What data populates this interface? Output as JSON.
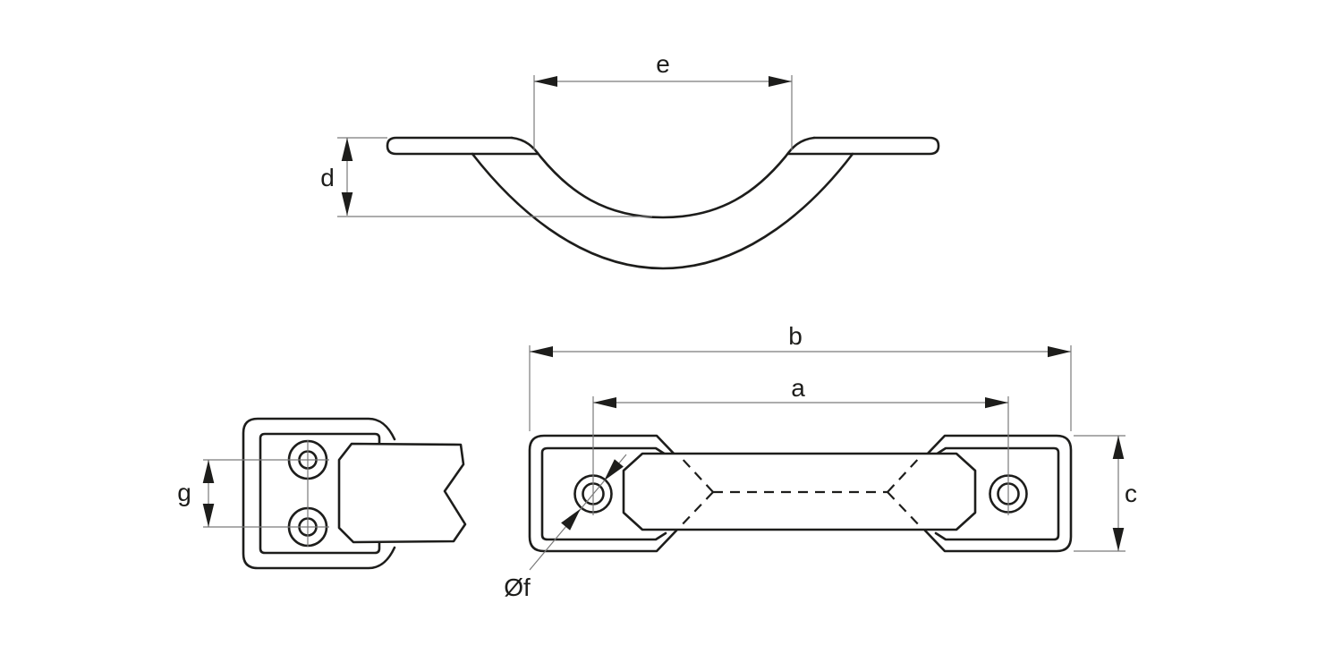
{
  "drawing": {
    "type": "technical-drawing",
    "description_labels_only": true,
    "background": "#ffffff",
    "outline_color": "#1d1d1b",
    "thin_line_color": "#7a7a7a",
    "label_color": "#1d1d1b"
  },
  "labels": {
    "e": "e",
    "d": "d",
    "b": "b",
    "a": "a",
    "c": "c",
    "g": "g",
    "f": "Øf"
  }
}
